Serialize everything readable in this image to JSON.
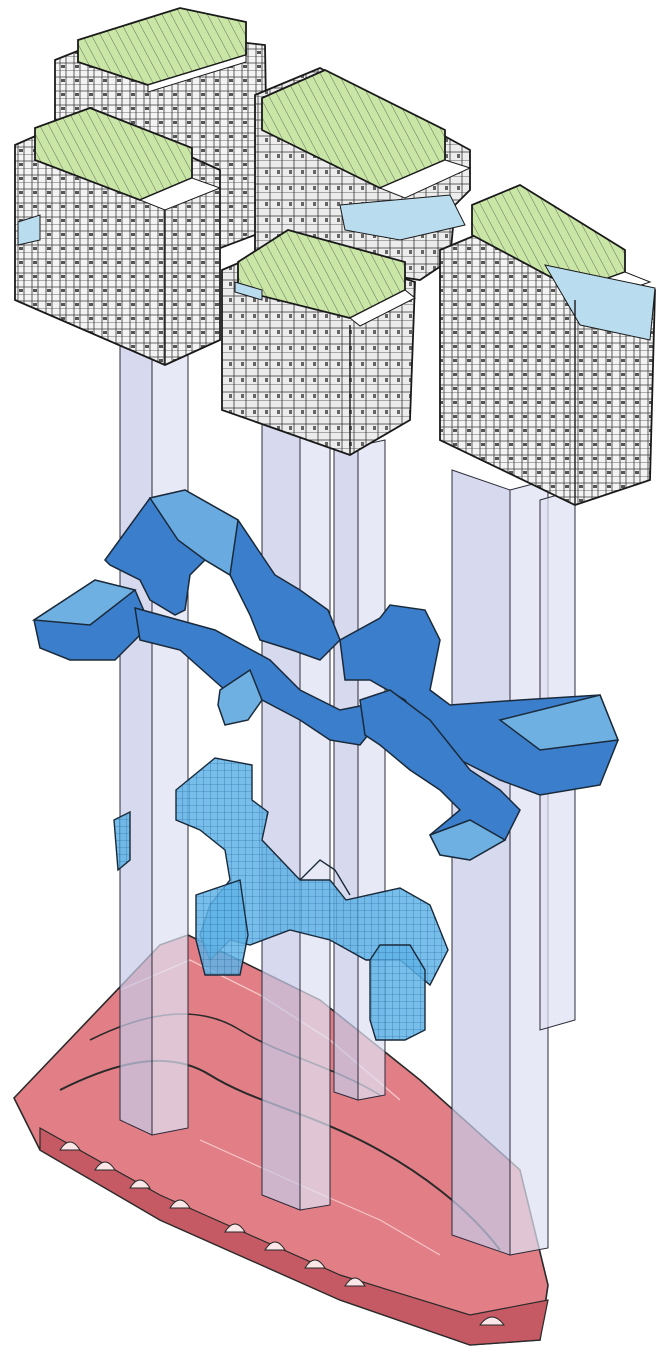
{
  "diagram": {
    "type": "exploded-axonometric",
    "components": [
      {
        "name": "tower-1",
        "kind": "residential-tower",
        "roof": "green"
      },
      {
        "name": "tower-2",
        "kind": "residential-tower",
        "roof": "green"
      },
      {
        "name": "tower-3",
        "kind": "residential-tower",
        "roof": "green"
      },
      {
        "name": "tower-4",
        "kind": "residential-tower",
        "roof": "green"
      },
      {
        "name": "tower-5",
        "kind": "residential-tower",
        "roof": "green"
      },
      {
        "name": "circulation-bridges",
        "kind": "upper-walkway-network",
        "fill": "blue"
      },
      {
        "name": "circulation-ramps",
        "kind": "gridded-ramp-network",
        "fill": "light-blue"
      },
      {
        "name": "podium",
        "kind": "ground-plinth",
        "fill": "red"
      },
      {
        "name": "structural-cores",
        "kind": "vertical-shafts",
        "count": 5
      }
    ],
    "colors": {
      "roof": "#c9e6a6",
      "roof_stroke": "#1a1a1a",
      "facade": "#f2f2f2",
      "facade_lines": "#2b2b2b",
      "glass_band": "#b9dcef",
      "bridge": "#3b7ecb",
      "bridge_light": "#6fb0e3",
      "ramp_grid": "#4aa5dd",
      "core": "#c8cbe8",
      "podium": "#e27f86",
      "podium_dark": "#c55a64"
    }
  }
}
